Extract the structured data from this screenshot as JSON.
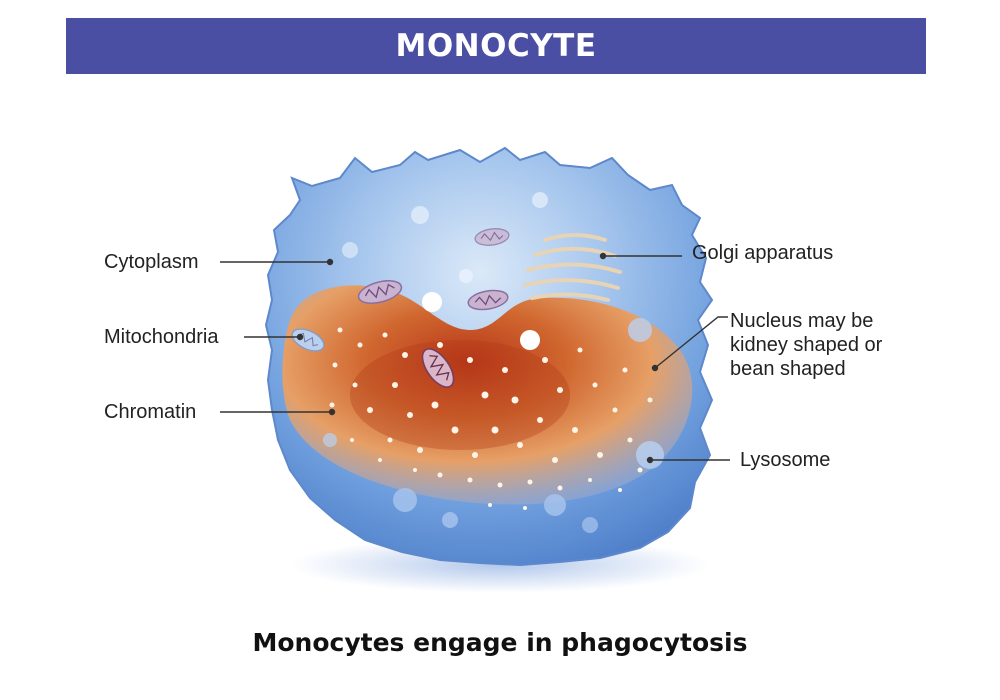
{
  "title": "MONOCYTE",
  "caption": "Monocytes engage in phagocytosis",
  "colors": {
    "banner": "#4a4fa3",
    "cell_body": "#5b8fd4",
    "cell_highlight": "#dbe9f8",
    "nucleus_core": "#c0401a",
    "nucleus_edge": "#e8934e",
    "leader_line": "#333333"
  },
  "labels": {
    "cytoplasm": "Cytoplasm",
    "mitochondria": "Mitochondria",
    "chromatin": "Chromatin",
    "golgi": "Golgi apparatus",
    "nucleus": "Nucleus may be kidney shaped or bean shaped",
    "lysosome": "Lysosome"
  }
}
